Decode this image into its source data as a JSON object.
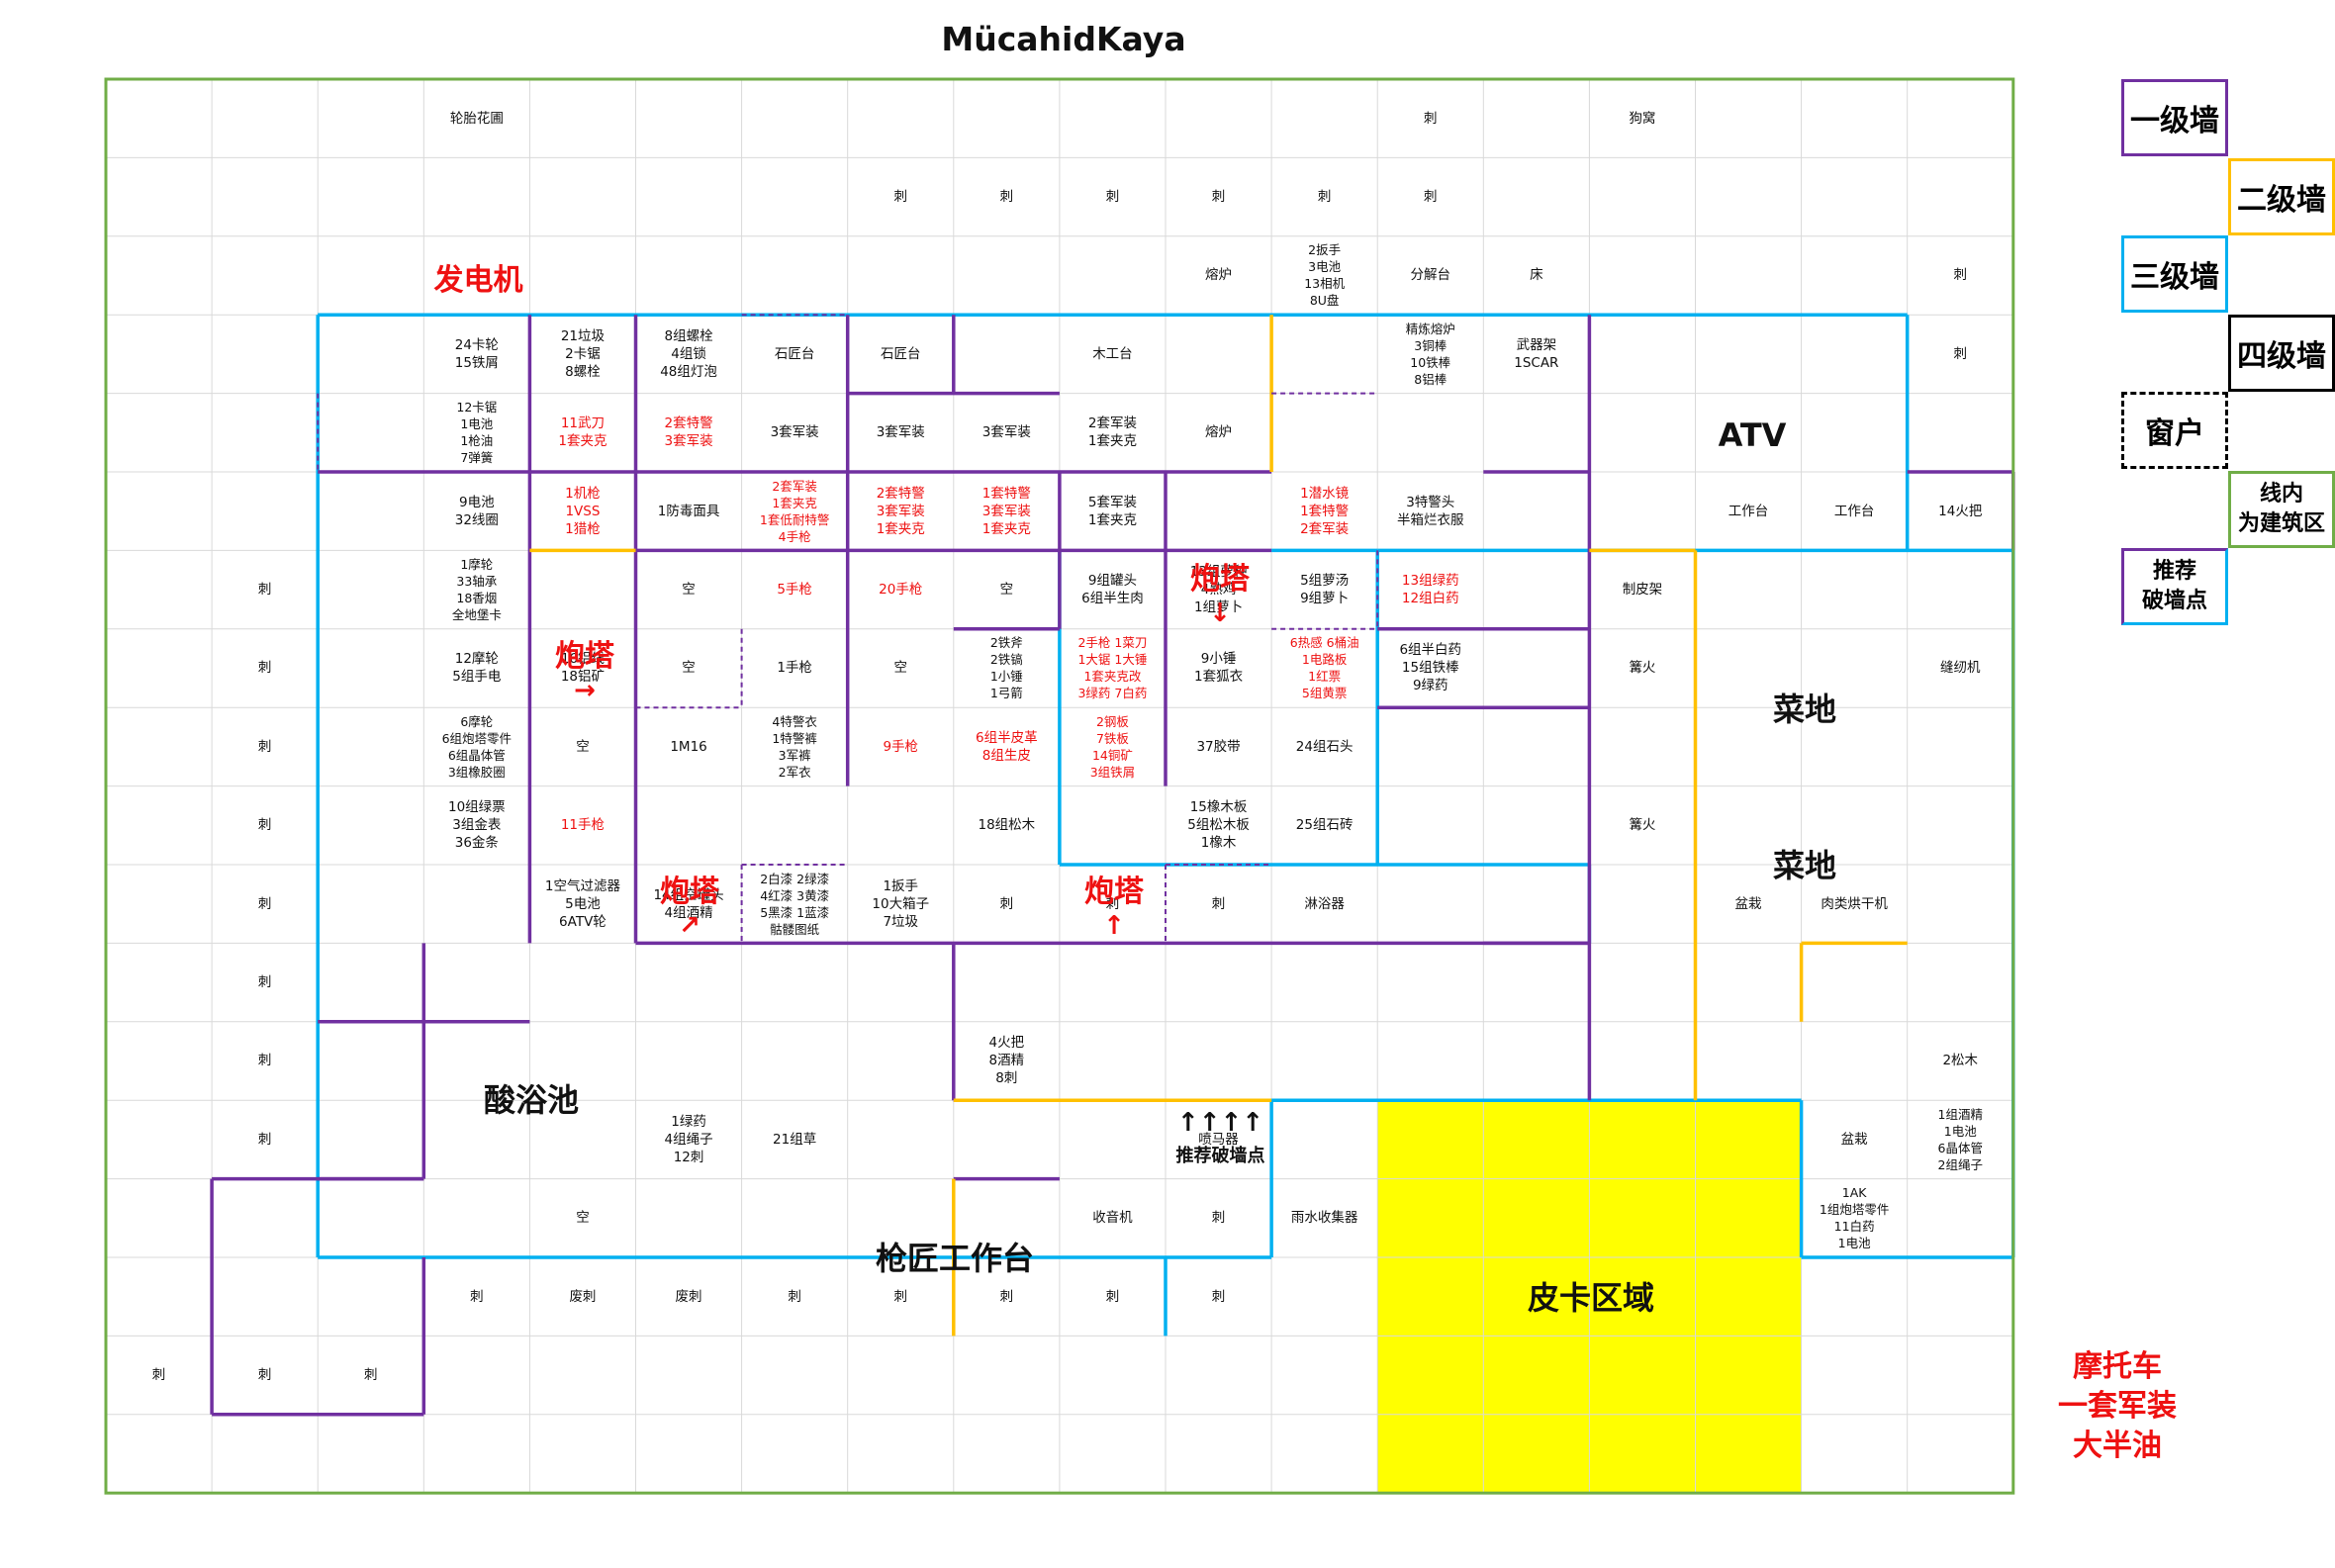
{
  "title": "MücahidKaya",
  "colors": {
    "wall1": "#7030a0",
    "wall2": "#ffc000",
    "wall3": "#00b0f0",
    "wall4": "#000000",
    "build": "#70ad47",
    "grid": "#d9d9d9",
    "red": "#ee1111",
    "pickup": "#ffff00"
  },
  "cells": [
    {
      "r": 1,
      "c": 4,
      "text": "轮胎花圃"
    },
    {
      "r": 1,
      "c": 13,
      "text": "刺"
    },
    {
      "r": 1,
      "c": 15,
      "text": "狗窝"
    },
    {
      "r": 2,
      "c": 8,
      "text": "刺"
    },
    {
      "r": 2,
      "c": 9,
      "text": "刺"
    },
    {
      "r": 2,
      "c": 10,
      "text": "刺"
    },
    {
      "r": 2,
      "c": 11,
      "text": "刺"
    },
    {
      "r": 2,
      "c": 12,
      "text": "刺"
    },
    {
      "r": 2,
      "c": 13,
      "text": "刺"
    },
    {
      "r": 3,
      "c": 11,
      "text": "熔炉"
    },
    {
      "r": 3,
      "c": 12,
      "text": "2扳手\n3电池\n13相机\n8U盘"
    },
    {
      "r": 3,
      "c": 13,
      "text": "分解台"
    },
    {
      "r": 3,
      "c": 14,
      "text": "床"
    },
    {
      "r": 3,
      "c": 18,
      "text": "刺"
    },
    {
      "r": 4,
      "c": 4,
      "text": "24卡轮\n15铁屑"
    },
    {
      "r": 4,
      "c": 5,
      "text": "21垃圾\n2卡锯\n8螺栓"
    },
    {
      "r": 4,
      "c": 6,
      "text": "8组螺栓\n4组锁\n48组灯泡"
    },
    {
      "r": 4,
      "c": 7,
      "text": "石匠台"
    },
    {
      "r": 4,
      "c": 8,
      "text": "石匠台"
    },
    {
      "r": 4,
      "c": 10,
      "text": "木工台"
    },
    {
      "r": 4,
      "c": 13,
      "text": "精炼熔炉\n3铜棒\n10铁棒\n8铝棒"
    },
    {
      "r": 4,
      "c": 14,
      "text": "武器架\n1SCAR"
    },
    {
      "r": 4,
      "c": 18,
      "text": "刺"
    },
    {
      "r": 5,
      "c": 4,
      "text": "12卡锯\n1电池\n1枪油\n7弹簧"
    },
    {
      "r": 5,
      "c": 5,
      "text": "11武刀\n1套夹克",
      "red": true
    },
    {
      "r": 5,
      "c": 6,
      "text": "2套特警\n3套军装",
      "red": true
    },
    {
      "r": 5,
      "c": 7,
      "text": "3套军装"
    },
    {
      "r": 5,
      "c": 8,
      "text": "3套军装"
    },
    {
      "r": 5,
      "c": 9,
      "text": "3套军装"
    },
    {
      "r": 5,
      "c": 10,
      "text": "2套军装\n1套夹克"
    },
    {
      "r": 5,
      "c": 11,
      "text": "熔炉"
    },
    {
      "r": 6,
      "c": 4,
      "text": "9电池\n32线圈"
    },
    {
      "r": 6,
      "c": 5,
      "text": "1机枪\n1VSS\n1猎枪",
      "red": true
    },
    {
      "r": 6,
      "c": 6,
      "text": "1防毒面具"
    },
    {
      "r": 6,
      "c": 7,
      "text": "2套军装\n1套夹克\n1套低耐特警\n4手枪",
      "red": true
    },
    {
      "r": 6,
      "c": 8,
      "text": "2套特警\n3套军装\n1套夹克",
      "red": true
    },
    {
      "r": 6,
      "c": 9,
      "text": "1套特警\n3套军装\n1套夹克",
      "red": true
    },
    {
      "r": 6,
      "c": 10,
      "text": "5套军装\n1套夹克"
    },
    {
      "r": 6,
      "c": 12,
      "text": "1潜水镜\n1套特警\n2套军装",
      "red": true
    },
    {
      "r": 6,
      "c": 13,
      "text": "3特警头\n半箱烂衣服"
    },
    {
      "r": 6,
      "c": 16,
      "text": "工作台"
    },
    {
      "r": 6,
      "c": 17,
      "text": "工作台"
    },
    {
      "r": 6,
      "c": 18,
      "text": "14火把"
    },
    {
      "r": 7,
      "c": 2,
      "text": "刺"
    },
    {
      "r": 7,
      "c": 4,
      "text": "1摩轮\n33轴承\n18香烟\n全地堡卡"
    },
    {
      "r": 7,
      "c": 6,
      "text": "空"
    },
    {
      "r": 7,
      "c": 7,
      "text": "5手枪",
      "red": true
    },
    {
      "r": 7,
      "c": 8,
      "text": "20手枪",
      "red": true
    },
    {
      "r": 7,
      "c": 9,
      "text": "空"
    },
    {
      "r": 7,
      "c": 10,
      "text": "9组罐头\n6组半生肉"
    },
    {
      "r": 7,
      "c": 11,
      "text": "13组萝种\n4熟鸡\n1组萝卜"
    },
    {
      "r": 7,
      "c": 12,
      "text": "5组萝汤\n9组萝卜"
    },
    {
      "r": 7,
      "c": 13,
      "text": "13组绿药\n12组白药",
      "red": true
    },
    {
      "r": 7,
      "c": 15,
      "text": "制皮架"
    },
    {
      "r": 8,
      "c": 2,
      "text": "刺"
    },
    {
      "r": 8,
      "c": 4,
      "text": "12摩轮\n5组手电"
    },
    {
      "r": 8,
      "c": 5,
      "text": "16铝线\n18铝矿"
    },
    {
      "r": 8,
      "c": 6,
      "text": "空"
    },
    {
      "r": 8,
      "c": 7,
      "text": "1手枪"
    },
    {
      "r": 8,
      "c": 8,
      "text": "空"
    },
    {
      "r": 8,
      "c": 9,
      "text": "2铁斧\n2铁镐\n1小锤\n1弓箭"
    },
    {
      "r": 8,
      "c": 10,
      "text": "2手枪 1菜刀\n1大锯 1大锤\n1套夹克改\n3绿药 7白药",
      "red": true
    },
    {
      "r": 8,
      "c": 11,
      "text": "9小锤\n1套狐衣"
    },
    {
      "r": 8,
      "c": 12,
      "text": "6热感 6桶油\n1电路板\n1红票\n5组黄票",
      "red": true
    },
    {
      "r": 8,
      "c": 13,
      "text": "6组半白药\n15组铁棒\n9绿药"
    },
    {
      "r": 8,
      "c": 15,
      "text": "篝火"
    },
    {
      "r": 8,
      "c": 18,
      "text": "缝纫机"
    },
    {
      "r": 9,
      "c": 2,
      "text": "刺"
    },
    {
      "r": 9,
      "c": 4,
      "text": "6摩轮\n6组炮塔零件\n6组晶体管\n3组橡胶圈"
    },
    {
      "r": 9,
      "c": 5,
      "text": "空"
    },
    {
      "r": 9,
      "c": 6,
      "text": "1M16"
    },
    {
      "r": 9,
      "c": 7,
      "text": "4特警衣\n1特警裤\n3军裤\n2军衣"
    },
    {
      "r": 9,
      "c": 8,
      "text": "9手枪",
      "red": true
    },
    {
      "r": 9,
      "c": 9,
      "text": "6组半皮革\n8组生皮",
      "red": true
    },
    {
      "r": 9,
      "c": 10,
      "text": "2钢板\n7铁板\n14铜矿\n3组铁屑",
      "red": true
    },
    {
      "r": 9,
      "c": 11,
      "text": "37胶带"
    },
    {
      "r": 9,
      "c": 12,
      "text": "24组石头"
    },
    {
      "r": 10,
      "c": 2,
      "text": "刺"
    },
    {
      "r": 10,
      "c": 4,
      "text": "10组绿票\n3组金表\n36金条"
    },
    {
      "r": 10,
      "c": 5,
      "text": "11手枪",
      "red": true
    },
    {
      "r": 10,
      "c": 9,
      "text": "18组松木"
    },
    {
      "r": 10,
      "c": 11,
      "text": "15橡木板\n5组松木板\n1橡木"
    },
    {
      "r": 10,
      "c": 12,
      "text": "25组石砖"
    },
    {
      "r": 10,
      "c": 15,
      "text": "篝火"
    },
    {
      "r": 11,
      "c": 2,
      "text": "刺"
    },
    {
      "r": 11,
      "c": 5,
      "text": "1空气过滤器\n5电池\n6ATV轮"
    },
    {
      "r": 11,
      "c": 6,
      "text": "14组空罐头\n4组酒精"
    },
    {
      "r": 11,
      "c": 7,
      "text": "2白漆 2绿漆\n4红漆 3黄漆\n5黑漆 1蓝漆\n骷髅图纸"
    },
    {
      "r": 11,
      "c": 8,
      "text": "1扳手\n10大箱子\n7垃圾"
    },
    {
      "r": 11,
      "c": 9,
      "text": "刺"
    },
    {
      "r": 11,
      "c": 10,
      "text": "刺"
    },
    {
      "r": 11,
      "c": 11,
      "text": "刺"
    },
    {
      "r": 11,
      "c": 12,
      "text": "淋浴器"
    },
    {
      "r": 11,
      "c": 16,
      "text": "盆栽"
    },
    {
      "r": 11,
      "c": 17,
      "text": "肉类烘干机"
    },
    {
      "r": 12,
      "c": 2,
      "text": "刺"
    },
    {
      "r": 13,
      "c": 2,
      "text": "刺"
    },
    {
      "r": 13,
      "c": 9,
      "text": "4火把\n8酒精\n8刺"
    },
    {
      "r": 13,
      "c": 18,
      "text": "2松木"
    },
    {
      "r": 14,
      "c": 2,
      "text": "刺"
    },
    {
      "r": 14,
      "c": 6,
      "text": "1绿药\n4组绳子\n12刺"
    },
    {
      "r": 14,
      "c": 7,
      "text": "21组草"
    },
    {
      "r": 14,
      "c": 11,
      "text": "喷马器"
    },
    {
      "r": 14,
      "c": 17,
      "text": "盆栽"
    },
    {
      "r": 14,
      "c": 18,
      "text": "1组酒精\n1电池\n6晶体管\n2组绳子"
    },
    {
      "r": 15,
      "c": 5,
      "text": "空"
    },
    {
      "r": 15,
      "c": 10,
      "text": "收音机"
    },
    {
      "r": 15,
      "c": 11,
      "text": "刺"
    },
    {
      "r": 15,
      "c": 12,
      "text": "雨水收集器"
    },
    {
      "r": 15,
      "c": 17,
      "text": "1AK\n1组炮塔零件\n11白药\n1电池"
    },
    {
      "r": 16,
      "c": 4,
      "text": "刺"
    },
    {
      "r": 16,
      "c": 5,
      "text": "废刺"
    },
    {
      "r": 16,
      "c": 6,
      "text": "废刺"
    },
    {
      "r": 16,
      "c": 7,
      "text": "刺"
    },
    {
      "r": 16,
      "c": 8,
      "text": "刺"
    },
    {
      "r": 16,
      "c": 9,
      "text": "刺"
    },
    {
      "r": 16,
      "c": 10,
      "text": "刺"
    },
    {
      "r": 16,
      "c": 11,
      "text": "刺"
    },
    {
      "r": 17,
      "c": 1,
      "text": "刺"
    },
    {
      "r": 17,
      "c": 2,
      "text": "刺"
    },
    {
      "r": 17,
      "c": 3,
      "text": "刺"
    }
  ],
  "areas": {
    "generator": "发电机",
    "atv": "ATV",
    "garden1": "菜地",
    "garden2": "菜地",
    "acid_bath": "酸浴池",
    "gunsmith": "枪匠工作台",
    "pickup": "皮卡区域",
    "breach_arrows": "↑↑↑↑",
    "breach_label": "推荐破墙点"
  },
  "turrets": [
    {
      "label": "炮塔",
      "arrow": "→"
    },
    {
      "label": "炮塔",
      "arrow": "↓"
    },
    {
      "label": "炮塔",
      "arrow": "↗"
    },
    {
      "label": "炮塔",
      "arrow": "↑"
    }
  ],
  "legend": {
    "wall1": "一级墙",
    "wall2": "二级墙",
    "wall3": "三级墙",
    "wall4": "四级墙",
    "window": "窗户",
    "build_zone": "线内\n为建筑区",
    "breach": "推荐\n破墙点"
  },
  "motorcycle_note": "摩托车\n一套军装\n大半油"
}
